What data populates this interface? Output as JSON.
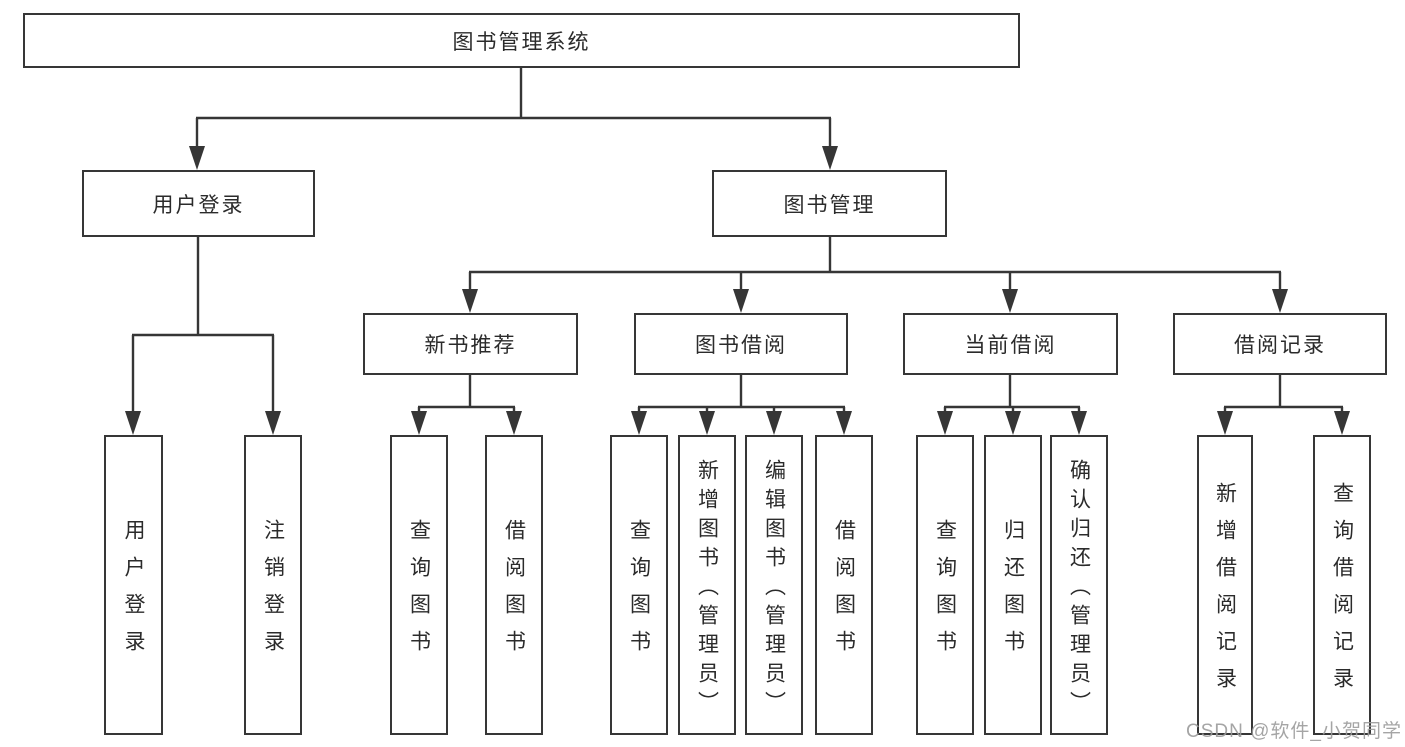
{
  "diagram": {
    "nodes": {
      "root": "图书管理系统",
      "userLogin": "用户登录",
      "bookManagement": "图书管理",
      "newBookRecommend": "新书推荐",
      "bookBorrowing": "图书借阅",
      "currentBorrowing": "当前借阅",
      "borrowingRecords": "借阅记录"
    },
    "leaves": {
      "userLogin": [
        "用户登录",
        "注销登录"
      ],
      "newBookRecommend": [
        "查询图书",
        "借阅图书"
      ],
      "bookBorrowing": [
        "查询图书",
        "新增图书（管理员）",
        "编辑图书（管理员）",
        "借阅图书"
      ],
      "currentBorrowing": [
        "查询图书",
        "归还图书",
        "确认归还（管理员）"
      ],
      "borrowingRecords": [
        "新增借阅记录",
        "查询借阅记录"
      ]
    },
    "colors": {
      "line": "#363636",
      "text": "#2b2b2b",
      "background": "#ffffff",
      "watermark": "#9b9b9b"
    },
    "watermark": "CSDN @软件_小贺同学"
  }
}
